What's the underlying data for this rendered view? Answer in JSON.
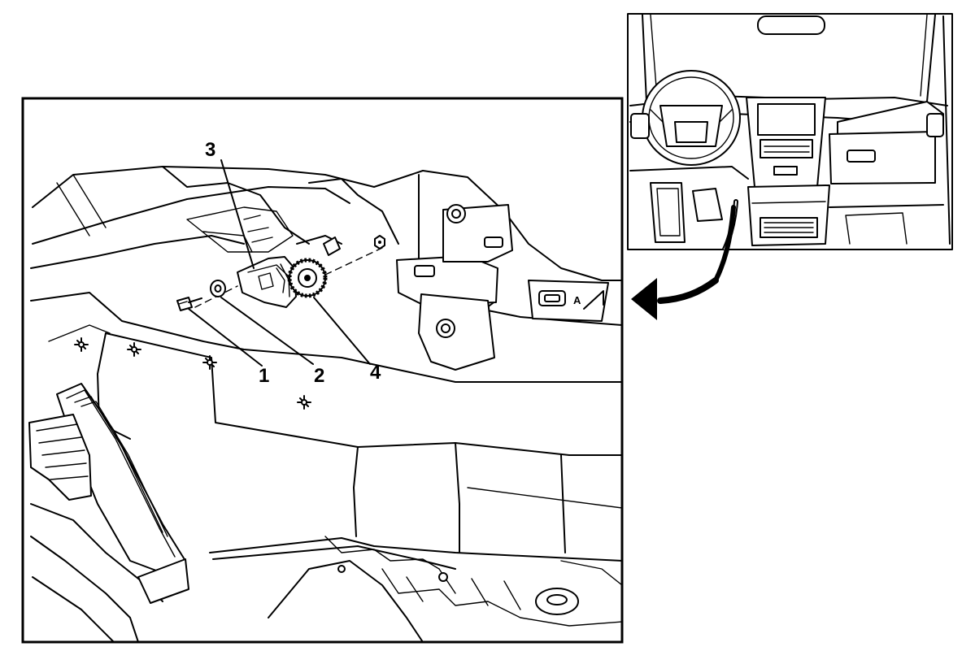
{
  "diagram": {
    "callouts": [
      {
        "id": 1,
        "label": "1"
      },
      {
        "id": 2,
        "label": "2"
      },
      {
        "id": 3,
        "label": "3"
      },
      {
        "id": 4,
        "label": "4"
      }
    ],
    "view_marker": "A",
    "icons": {
      "location_arrow": "curved-arrow-icon",
      "fasteners": "screw-icon"
    }
  }
}
